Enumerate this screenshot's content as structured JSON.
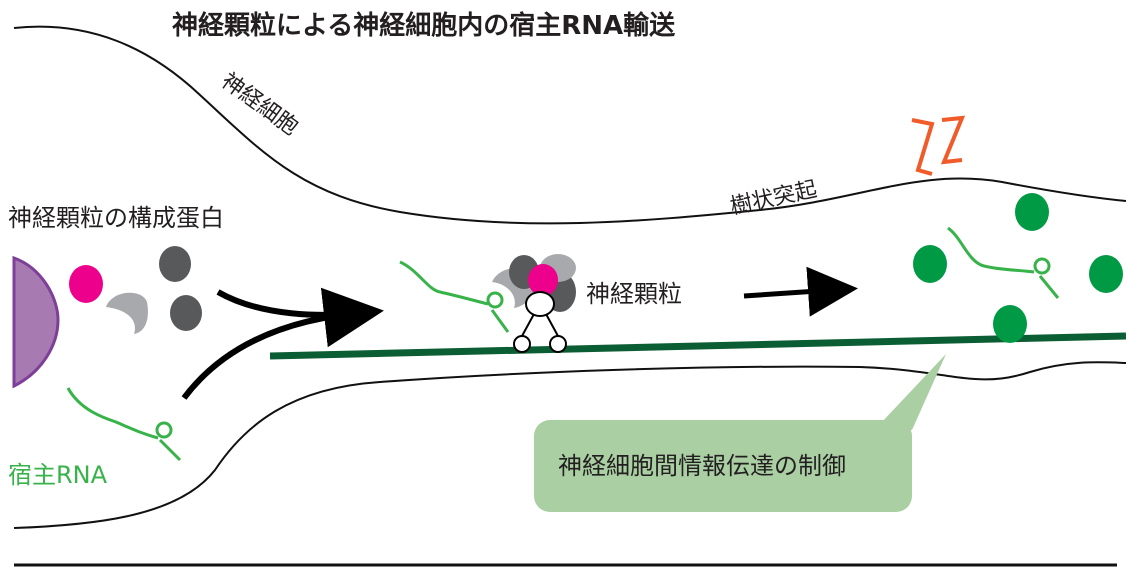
{
  "title": "神経顆粒による神経細胞内の宿主RNA輸送",
  "labels": {
    "neuron": "神経細胞",
    "dendrite": "樹状突起",
    "granule_proteins": "神経顆粒の構成蛋白",
    "host_rna": "宿主RNA",
    "granule": "神経顆粒",
    "callout": "神経細胞間情報伝達の制御"
  },
  "colors": {
    "title_text": "#231f20",
    "outline": "#111111",
    "rna_green": "#37b34a",
    "microtubule": "#0b5e33",
    "granule_magenta": "#ec008c",
    "granule_dark": "#58595b",
    "granule_light": "#a7a9ac",
    "released_green": "#009a44",
    "signal_orange": "#f15a29",
    "nucleus_fill": "#a77bb2",
    "nucleus_edge": "#7d3f98",
    "callout_fill": "#a9cfa3"
  }
}
